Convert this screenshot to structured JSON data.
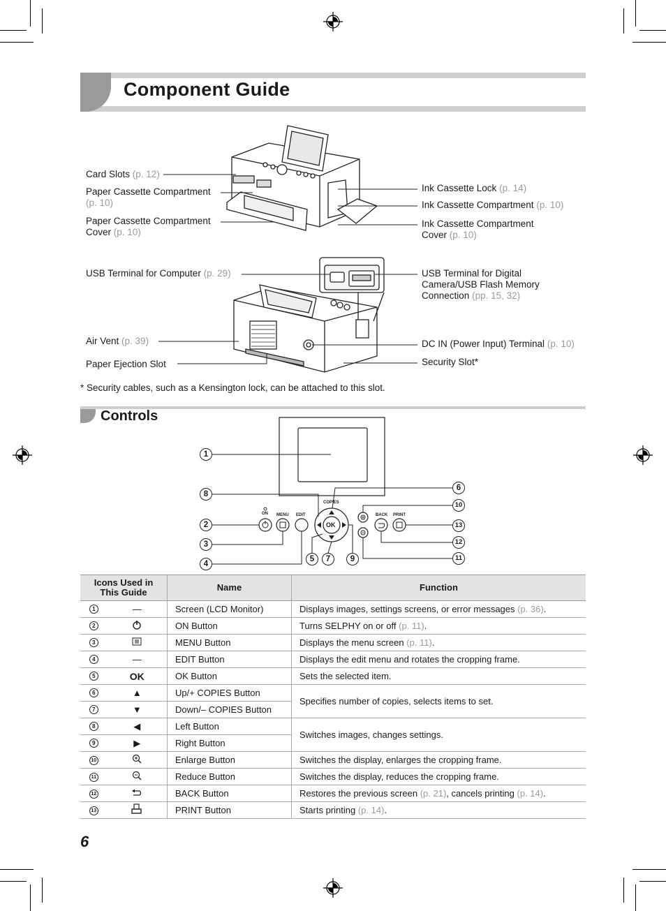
{
  "header": {
    "title": "Component Guide"
  },
  "printer_labels": {
    "card_slots": "Card Slots",
    "card_slots_ref": "(p. 12)",
    "paper_cassette_comp_1": "Paper Cassette Compartment",
    "paper_cassette_comp_ref": "(p. 10)",
    "paper_cassette_cover_1": "Paper Cassette Compartment",
    "paper_cassette_cover_2": "Cover",
    "paper_cassette_cover_ref": "(p. 10)",
    "ink_lock": "Ink Cassette Lock",
    "ink_lock_ref": "(p. 14)",
    "ink_comp": "Ink Cassette Compartment",
    "ink_comp_ref": "(p. 10)",
    "ink_cover_1": "Ink Cassette Compartment",
    "ink_cover_2": "Cover",
    "ink_cover_ref": "(p. 10)",
    "usb_computer": "USB Terminal for Computer",
    "usb_computer_ref": "(p. 29)",
    "usb_digital_1": "USB Terminal for Digital",
    "usb_digital_2": "Camera/USB Flash Memory",
    "usb_digital_3": "Connection",
    "usb_digital_ref": "(pp. 15, 32)",
    "air_vent": "Air Vent",
    "air_vent_ref": "(p. 39)",
    "dc_in": "DC IN (Power Input) Terminal",
    "dc_in_ref": "(p. 10)",
    "paper_eject": "Paper Ejection Slot",
    "security_slot": "Security Slot*"
  },
  "note": "*   Security cables, such as a Kensington lock, can be attached to this slot.",
  "controls": {
    "title": "Controls",
    "panel": {
      "on": "ON",
      "menu": "MENU",
      "edit": "EDIT",
      "copies": "COPIES",
      "ok": "OK",
      "back": "BACK",
      "print": "PRINT"
    },
    "callouts": [
      "1",
      "8",
      "2",
      "3",
      "4",
      "5",
      "7",
      "9",
      "6",
      "10",
      "13",
      "12",
      "11"
    ]
  },
  "table": {
    "headers": {
      "icons_1": "Icons Used in",
      "icons_2": "This Guide",
      "name": "Name",
      "function": "Function"
    },
    "rows": [
      {
        "num": "1",
        "icon": "—",
        "name": "Screen (LCD Monitor)",
        "fn": "Displays images, settings screens, or error messages",
        "ref": "(p. 36)",
        "tail": "."
      },
      {
        "num": "2",
        "icon": "power-icon",
        "name": "ON Button",
        "fn": "Turns SELPHY on or off",
        "ref": "(p. 11)",
        "tail": "."
      },
      {
        "num": "3",
        "icon": "menu-icon",
        "name": "MENU Button",
        "fn": "Displays the menu screen",
        "ref": "(p. 11)",
        "tail": "."
      },
      {
        "num": "4",
        "icon": "—",
        "name": "EDIT Button",
        "fn": "Displays the edit menu and rotates the cropping frame.",
        "ref": "",
        "tail": ""
      },
      {
        "num": "5",
        "icon": "OK",
        "name": "OK Button",
        "fn": "Sets the selected item.",
        "ref": "",
        "tail": ""
      },
      {
        "num": "6",
        "icon": "▲",
        "name": "Up/+ COPIES Button",
        "fn": "Specifies number of copies, selects items to set.",
        "ref": "",
        "tail": ""
      },
      {
        "num": "7",
        "icon": "▼",
        "name": "Down/– COPIES Button",
        "fn": "",
        "ref": "",
        "tail": ""
      },
      {
        "num": "8",
        "icon": "◀",
        "name": "Left Button",
        "fn": "Switches images, changes settings.",
        "ref": "",
        "tail": ""
      },
      {
        "num": "9",
        "icon": "▶",
        "name": "Right Button",
        "fn": "",
        "ref": "",
        "tail": ""
      },
      {
        "num": "10",
        "icon": "zoom-in-icon",
        "name": "Enlarge Button",
        "fn": "Switches the display, enlarges the cropping frame.",
        "ref": "",
        "tail": ""
      },
      {
        "num": "11",
        "icon": "zoom-out-icon",
        "name": "Reduce Button",
        "fn": "Switches the display, reduces the cropping frame.",
        "ref": "",
        "tail": ""
      },
      {
        "num": "12",
        "icon": "back-icon",
        "name": "BACK Button",
        "fn": "Restores the previous screen",
        "ref": "(p. 21)",
        "mid": ", cancels printing",
        "ref2": "(p. 14)",
        "tail": "."
      },
      {
        "num": "13",
        "icon": "print-icon",
        "name": "PRINT Button",
        "fn": "Starts printing",
        "ref": "(p. 14)",
        "tail": "."
      }
    ]
  },
  "page_number": "6"
}
